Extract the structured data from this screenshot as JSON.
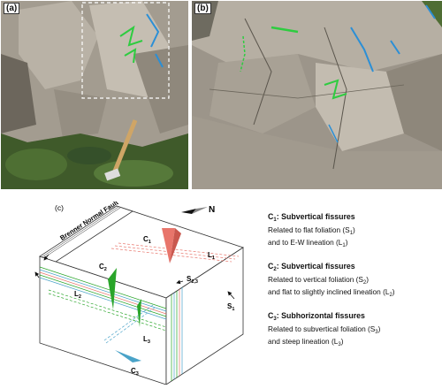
{
  "panels": [
    {
      "label": "(a)"
    },
    {
      "label": "(b)"
    }
  ],
  "diagram": {
    "panel_label": "(c)",
    "fault_label": "Brenner Normal Fault",
    "north_label": "N",
    "labels": {
      "c1": "C",
      "c1s": "1",
      "c2": "C",
      "c2s": "2",
      "c3": "C",
      "c3s": "3",
      "l1": "L",
      "l1s": "1",
      "l2": "L",
      "l2s": "2",
      "l3": "L",
      "l3s": "3",
      "s23": "S",
      "s23s": "2,3",
      "s1": "S",
      "s1s": "1"
    }
  },
  "legend": [
    {
      "head_main": "C",
      "head_sub": "1",
      "head_rest": ": Subvertical fissures",
      "l1_a": "Related to flat foliation (S",
      "l1_sub": "1",
      "l1_b": ")",
      "l2_a": "and to E-W lineation (L",
      "l2_sub": "1",
      "l2_b": ")"
    },
    {
      "head_main": "C",
      "head_sub": "2",
      "head_rest": ": Subvertical fissures",
      "l1_a": "Related to vertical foliation (S",
      "l1_sub": "2",
      "l1_b": ")",
      "l2_a": "and flat to slightly inclined lineation (L",
      "l2_sub": "2",
      "l2_b": ")"
    },
    {
      "head_main": "C",
      "head_sub": "3",
      "head_rest": ": Subhorizontal fissures",
      "l1_a": "Related to subvertical foliation (S",
      "l1_sub": "3",
      "l1_b": ")",
      "l2_a": "and steep lineation (L",
      "l2_sub": "3",
      "l2_b": ")"
    }
  ],
  "colors": {
    "c1": "#e8756b",
    "c2": "#2aa52a",
    "c3": "#4aa3c8",
    "annotation_green": "#2ecc40",
    "annotation_blue": "#2b8fd6"
  }
}
